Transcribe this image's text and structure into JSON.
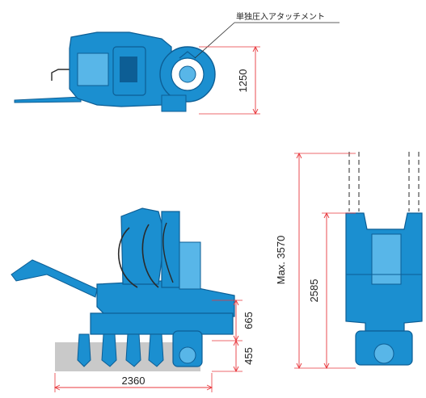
{
  "colors": {
    "machine_fill": "#1b8fd0",
    "machine_dark": "#0d5e95",
    "machine_light": "#58b6e8",
    "dimension_line": "#e8383d",
    "ground": "#c9c9c9",
    "outline": "#2a2a2a"
  },
  "callout": {
    "label": "単独圧入アタッチメント"
  },
  "dimensions": {
    "top_width": "1250",
    "upper_height": "665",
    "lower_height": "455",
    "length": "2360",
    "max_height": "Max. 3570",
    "stroke_height": "2585"
  }
}
